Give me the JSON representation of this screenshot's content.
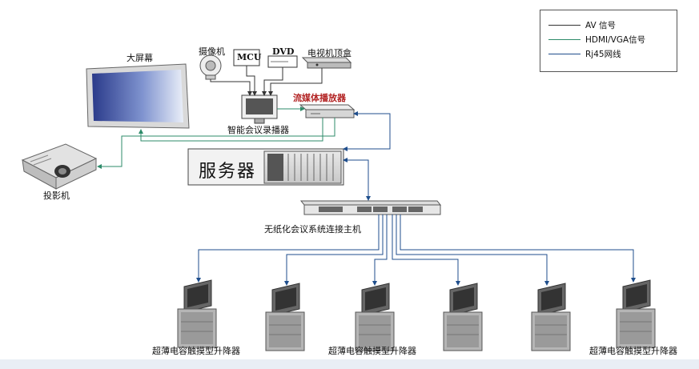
{
  "legend": {
    "av": "AV 信号",
    "hdmi": "HDMI/VGA信号",
    "rj45": "Rj45网线",
    "colors": {
      "av": "#333333",
      "hdmi": "#2e8b6a",
      "rj45": "#1f4e8c"
    }
  },
  "devices": {
    "screen": "大屏幕",
    "projector": "投影机",
    "camera": "摄像机",
    "mcu": "MCU",
    "dvd": "DVD",
    "stb": "电视机顶盒",
    "recorder": "智能会议录播器",
    "streamer": "流媒体播放器",
    "server": "服务器",
    "switch": "无纸化会议系统连接主机"
  },
  "lifters": {
    "label": "超薄电容触摸型升降器",
    "count": 6
  }
}
